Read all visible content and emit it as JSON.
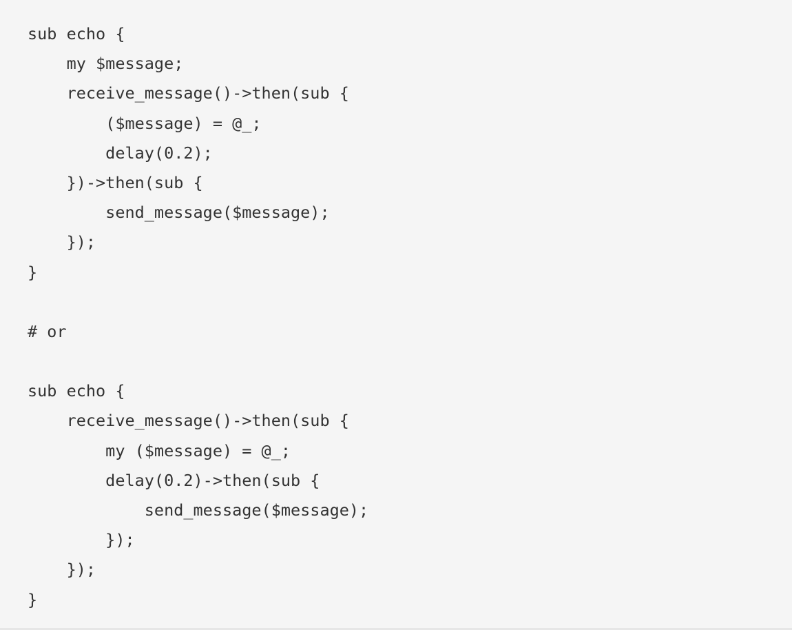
{
  "code": {
    "lines": [
      "sub echo {",
      "    my $message;",
      "    receive_message()->then(sub {",
      "        ($message) = @_;",
      "        delay(0.2);",
      "    })->then(sub {",
      "        send_message($message);",
      "    });",
      "}",
      "",
      "# or",
      "",
      "sub echo {",
      "    receive_message()->then(sub {",
      "        my ($message) = @_;",
      "        delay(0.2)->then(sub {",
      "            send_message($message);",
      "        });",
      "    });",
      "}"
    ]
  }
}
